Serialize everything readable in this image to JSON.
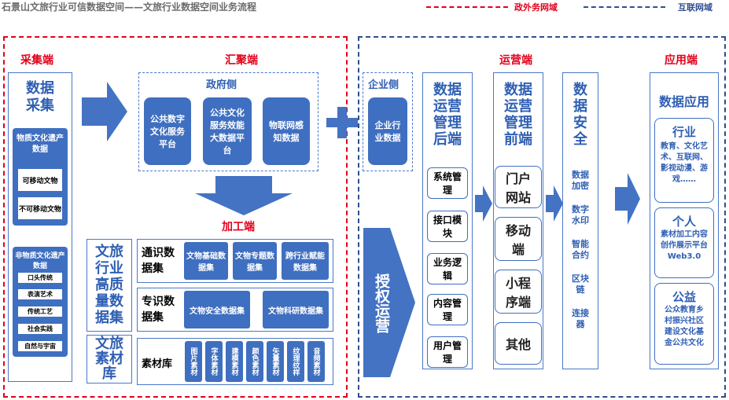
{
  "title": "石景山文旅行业可信数据空间——文旅行业数据空间业务流程",
  "legend": [
    {
      "label": "政外务网域",
      "color": "#e3001b"
    },
    {
      "label": "互联网域",
      "color": "#2f4f8f"
    }
  ],
  "colors": {
    "accent": "#3f6fc0",
    "header": "#e3001b",
    "gov_border": "#e3001b",
    "net_border": "#2f4f8f"
  },
  "sections": {
    "collect": "采集端",
    "aggregate": "汇聚端",
    "process": "加工端",
    "operate": "运营端",
    "apply": "应用端"
  },
  "collect": {
    "title": "数据采集",
    "material": {
      "title": "物质文化遗产数据",
      "items": [
        "可移动文物",
        "不可移动文物"
      ]
    },
    "intangible": {
      "title": "非物质文化遗产数据",
      "items": [
        "口头传统",
        "表演艺术",
        "传统工艺",
        "社会实践",
        "自然与宇宙"
      ]
    }
  },
  "aggregate": {
    "gov_title": "政府侧",
    "gov_items": [
      "公共数字文化服务平台",
      "公共文化服务效能大数据平台",
      "物联网感知数据"
    ],
    "ent_title": "企业侧",
    "ent_item": "企业行业数据",
    "plus": "+"
  },
  "process": {
    "hq_label": "文旅行业高质量数据集",
    "lib_label": "文旅素材库",
    "general_label": "通识数据集",
    "general_items": [
      "文物基础数据集",
      "文物专题数据集",
      "跨行业赋能数据集"
    ],
    "special_label": "专识数据集",
    "special_items": [
      "文物安全数据集",
      "文物科研数据集"
    ],
    "material_label": "素材库",
    "material_items": [
      "图片素材",
      "字体素材",
      "建模素材",
      "颜色素材",
      "矢量素材",
      "纹理纹样",
      "音频素材"
    ]
  },
  "operate": {
    "auth": "授权运营",
    "backend_title": "数据运营管理后端",
    "backend_items": [
      "系统管理",
      "接口模块",
      "业务逻辑",
      "内容管理",
      "用户管理"
    ],
    "frontend_title": "数据运营管理前端",
    "frontend_items": [
      "门户网站",
      "移动端",
      "小程序端",
      "其他"
    ],
    "security_title": "数据安全",
    "security_items": [
      "数据加密",
      "数字水印",
      "智能合约",
      "区块链",
      "连接器"
    ]
  },
  "apply": {
    "title": "数据应用",
    "cards": [
      {
        "title": "行业",
        "body": "教育、文化艺术、互联网、影视动漫、游戏……"
      },
      {
        "title": "个人",
        "body": "素材加工内容创作展示平台Web3.0"
      },
      {
        "title": "公益",
        "body": "公众教育乡村振兴社区建设文化基金公共文化"
      }
    ]
  }
}
